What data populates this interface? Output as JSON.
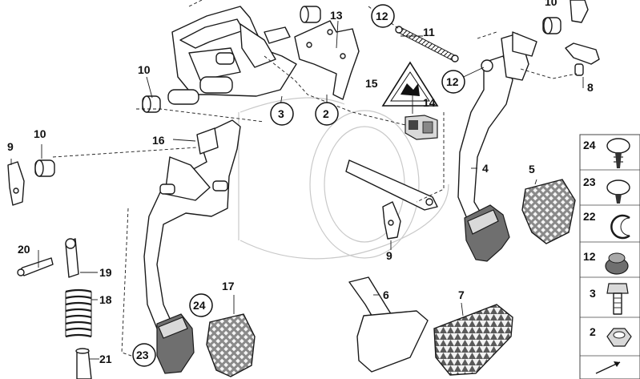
{
  "diagram": {
    "labels": {
      "l1": "10",
      "l2": "13",
      "l3": "12",
      "l4": "11",
      "l5": "10",
      "l6": "10",
      "l7": "15",
      "l8": "14",
      "l9": "12",
      "l10": "8",
      "l11": "3",
      "l12": "2",
      "l13": "9",
      "l14": "10",
      "l15": "16",
      "l16": "4",
      "l17": "5",
      "l18": "9",
      "l19": "20",
      "l20": "19",
      "l21": "18",
      "l22": "21",
      "l23": "17",
      "l24": "24",
      "l25": "23",
      "l26": "6",
      "l27": "7"
    },
    "legend": {
      "items": [
        "24",
        "23",
        "22",
        "12",
        "3",
        "2"
      ]
    }
  }
}
